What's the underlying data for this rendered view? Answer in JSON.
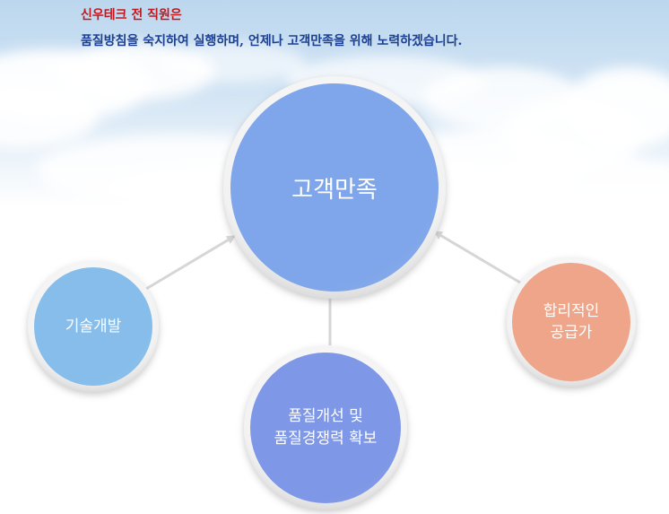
{
  "header": {
    "line1": "신우테크 전 직원은",
    "line2": "품질방침을 숙지하여 실행하며, 언제나 고객만족을 위해 노력하겠습니다.",
    "line1_color": "#c4161c",
    "line2_color": "#1c3f8f"
  },
  "diagram": {
    "center": {
      "label": "고객만족",
      "color": "#7fa6ea"
    },
    "left": {
      "label": "기술개발",
      "color": "#86bdea"
    },
    "bottom": {
      "label": "품질개선 및\n품질경쟁력 확보",
      "color": "#7e97e6"
    },
    "right": {
      "label": "합리적인\n공급가",
      "color": "#eea589"
    }
  }
}
